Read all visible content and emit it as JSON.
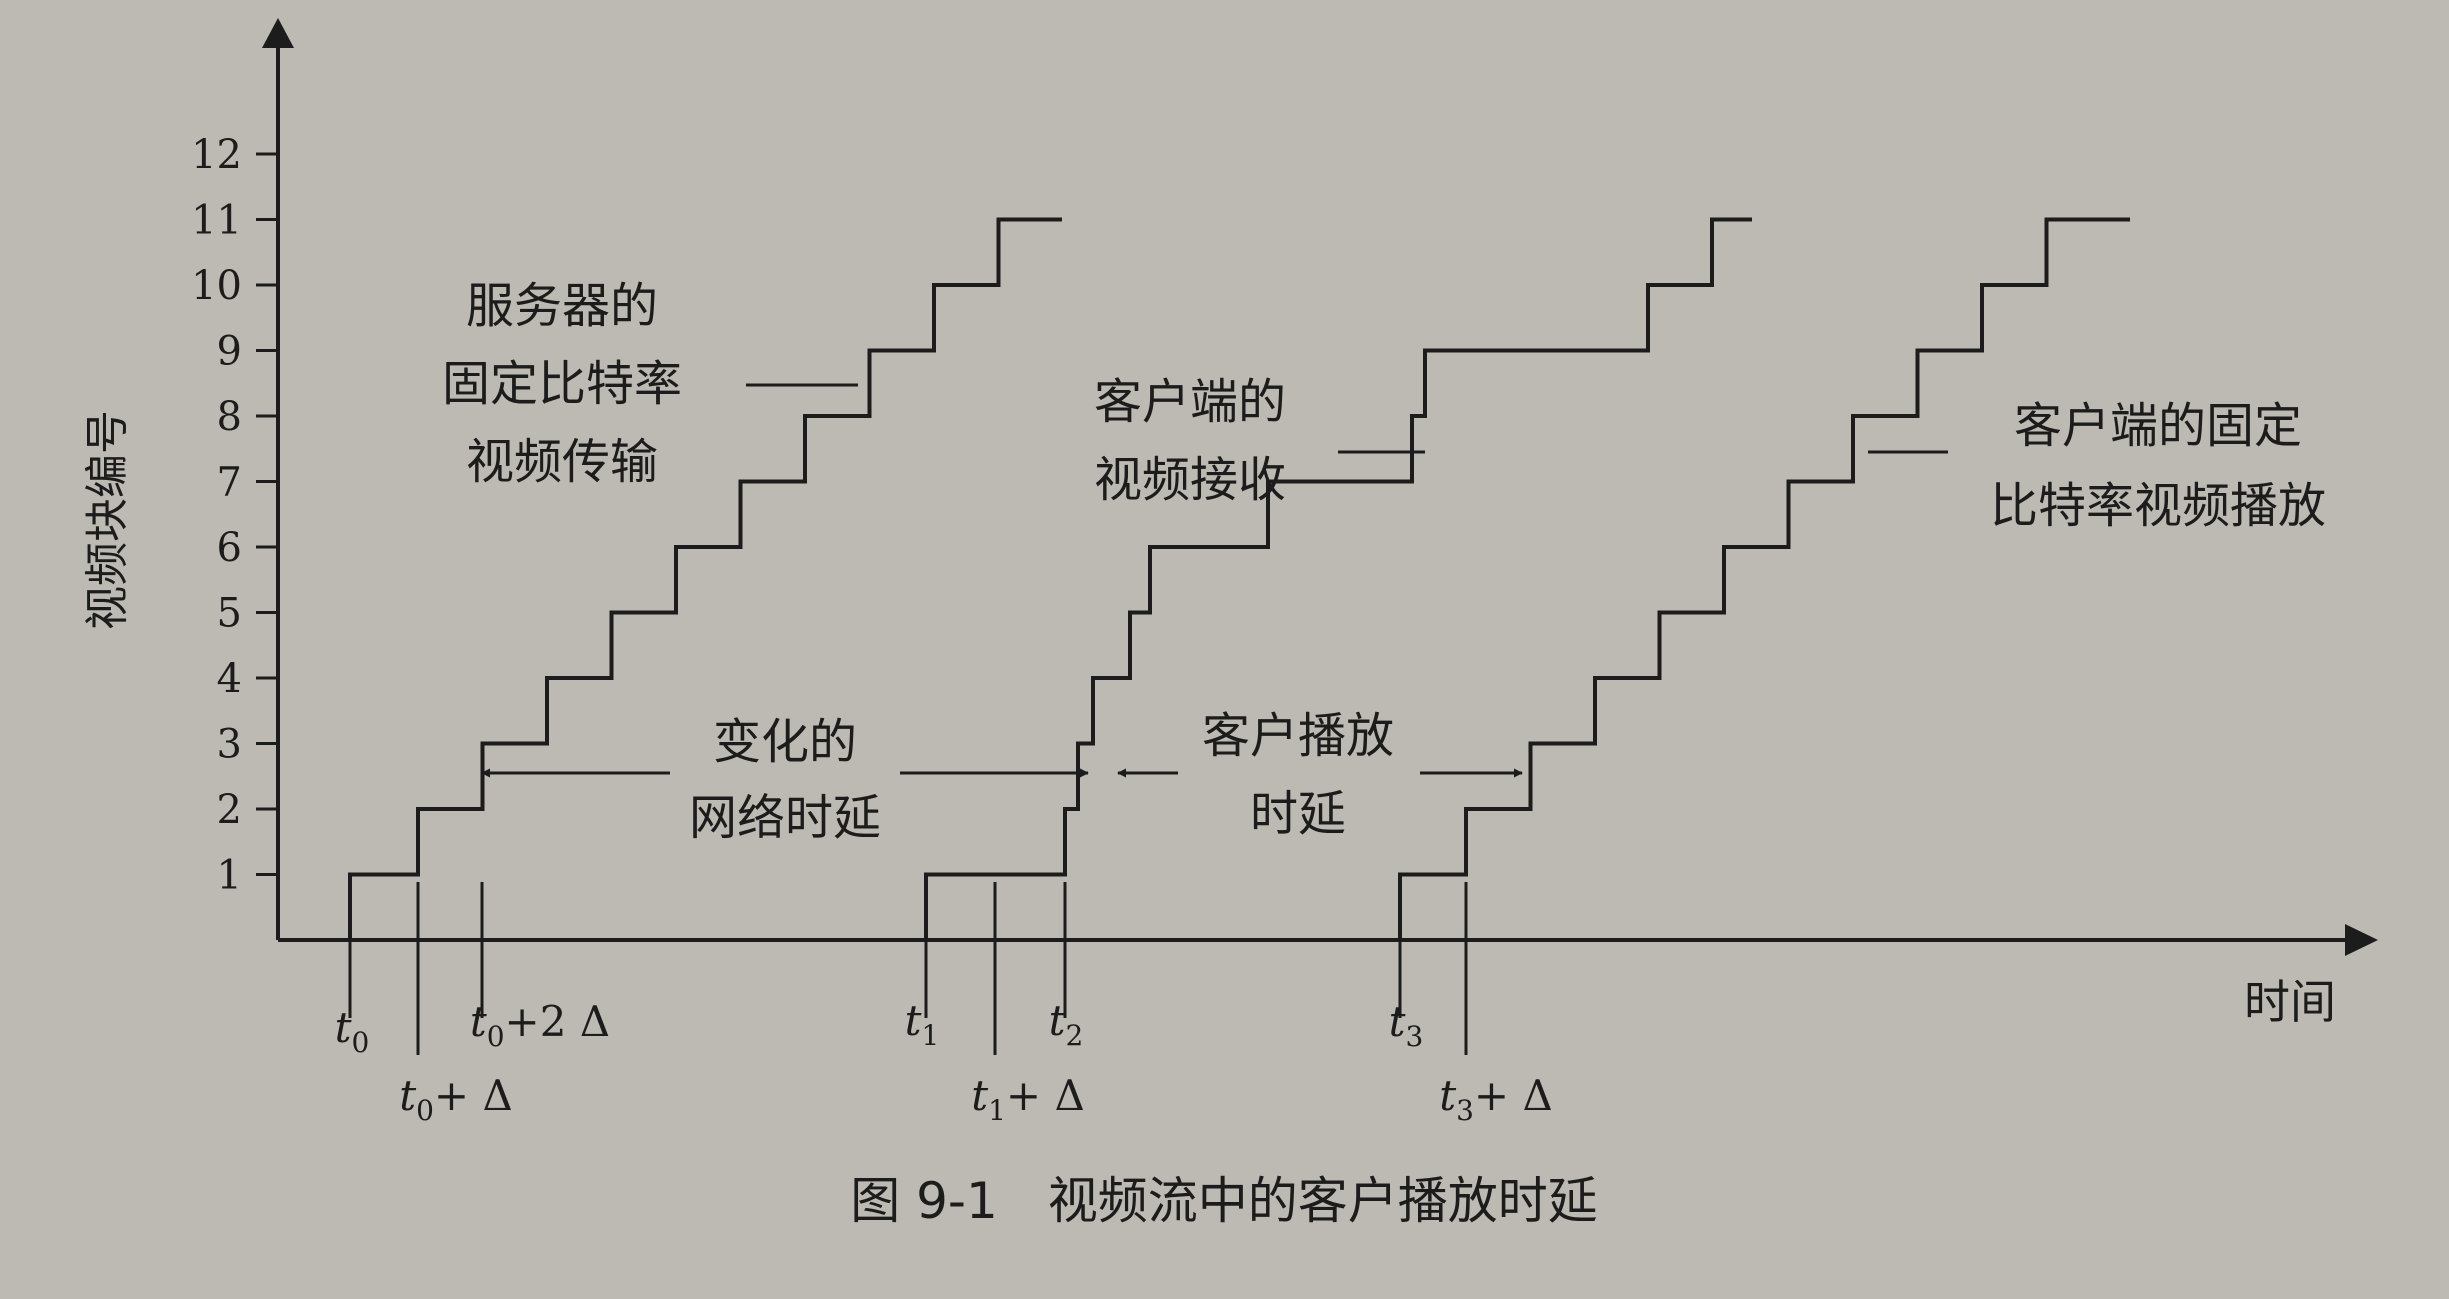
{
  "diagram": {
    "y_axis_label": "视频块编号",
    "x_axis_label": "时间",
    "y_ticks": [
      "1",
      "2",
      "3",
      "4",
      "5",
      "6",
      "7",
      "8",
      "9",
      "10",
      "11",
      "12"
    ],
    "time_marks": [
      {
        "main": "t",
        "sub": "0",
        "suffix": ""
      },
      {
        "main": "t",
        "sub": "0",
        "suffix": "+ Δ"
      },
      {
        "main": "t",
        "sub": "0",
        "suffix": "+2 Δ"
      },
      {
        "main": "t",
        "sub": "1",
        "suffix": ""
      },
      {
        "main": "t",
        "sub": "1",
        "suffix": "+ Δ"
      },
      {
        "main": "t",
        "sub": "2",
        "suffix": ""
      },
      {
        "main": "t",
        "sub": "3",
        "suffix": ""
      },
      {
        "main": "t",
        "sub": "3",
        "suffix": "+ Δ"
      }
    ],
    "curves": {
      "server_transmission": {
        "label_lines": [
          "服务器的",
          "固定比特率",
          "视频传输"
        ],
        "blocks": 11
      },
      "client_reception": {
        "label_lines": [
          "客户端的",
          "视频接收"
        ],
        "blocks": 11
      },
      "client_playout": {
        "label_lines": [
          "客户端的固定",
          "比特率视频播放"
        ],
        "blocks": 11
      }
    },
    "annotations": {
      "network_delay": [
        "变化的",
        "网络时延"
      ],
      "playout_delay": [
        "客户播放",
        "时延"
      ]
    },
    "caption": "图 9-1　视频流中的客户播放时延",
    "colors": {
      "background": "#bdbab3",
      "ink": "#1c1c1c"
    }
  }
}
